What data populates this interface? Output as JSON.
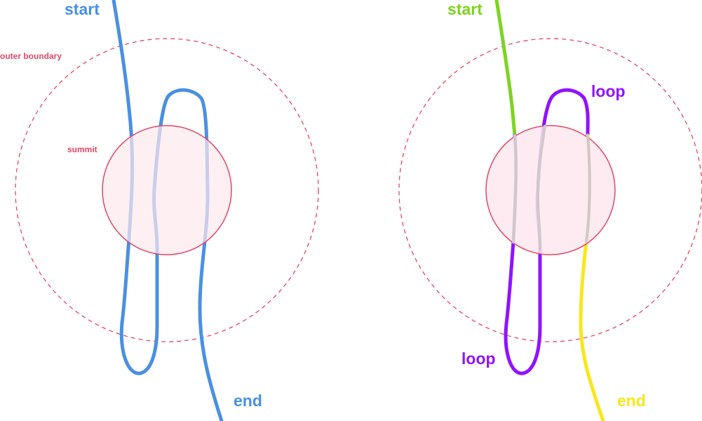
{
  "left_diagram": {
    "start_label": "start",
    "end_label": "end",
    "outer_label": "outer boundary",
    "summit_label": "summit"
  },
  "right_diagram": {
    "start_label": "start",
    "end_label": "end",
    "loop_top_label": "loop",
    "loop_bottom_label": "loop"
  },
  "colors": {
    "left_path": "#4a90e2",
    "start_segment": "#7ed321",
    "loop_segment": "#9013fe",
    "end_segment": "#f8e71c",
    "boundary": "#e0486a",
    "summit_fill": "#fde8ee",
    "inside_summit_path": "#cfc9c9"
  }
}
